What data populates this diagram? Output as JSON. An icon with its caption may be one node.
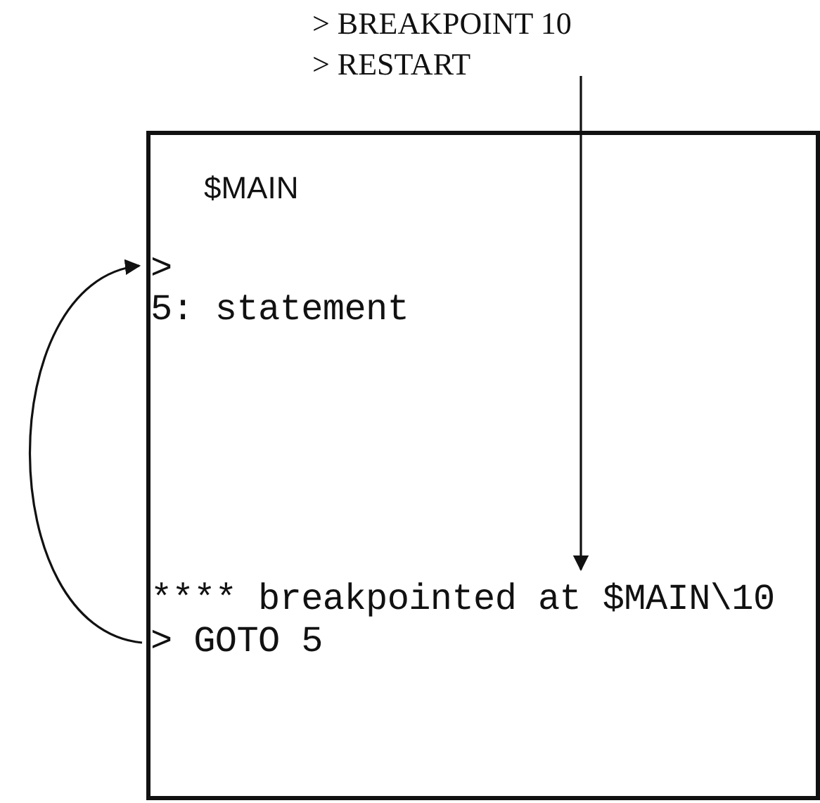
{
  "diagram": {
    "nodes": [
      {
        "text": [
          "> BREAKPOINT 10",
          "> RESTART"
        ]
      },
      {
        "text": [
          "$MAIN"
        ]
      },
      {
        "text": [
          ">"
        ],
        "in": 1
      },
      {
        "text": [
          "**** breakpointed at $MAIN\\10"
        ],
        "in": 1
      },
      {
        "text": [
          "> GOTO 5"
        ],
        "in": 1
      }
    ],
    "edges": [
      {
        "from": 0,
        "to": 3,
        "arrow": "to"
      },
      {
        "from": 4,
        "to": 2,
        "arrow": "to"
      }
    ],
    "labels": [
      "5: statement"
    ]
  }
}
